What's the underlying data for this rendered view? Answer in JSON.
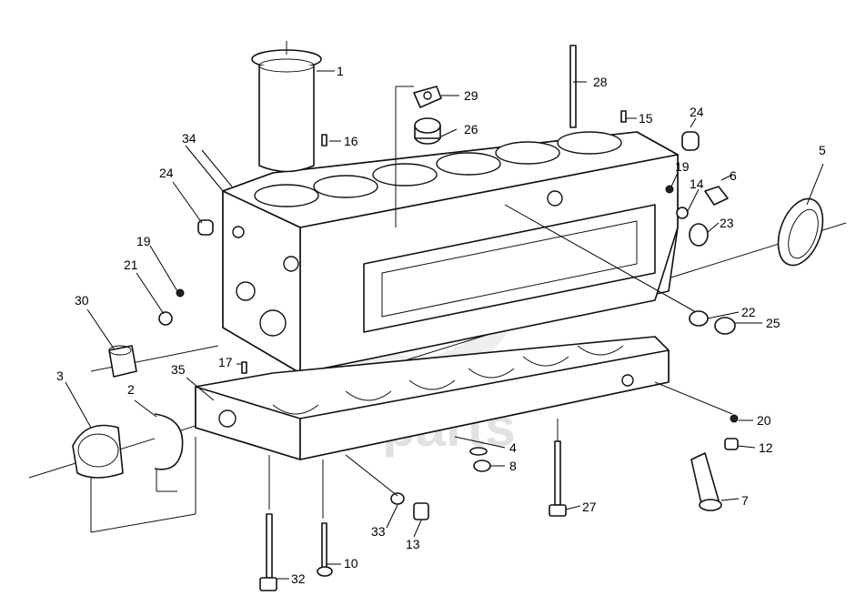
{
  "watermark": {
    "text": "parts"
  },
  "callouts": [
    "1",
    "2",
    "3",
    "4",
    "5",
    "6",
    "7",
    "8",
    "10",
    "12",
    "13",
    "14",
    "15",
    "16",
    "17",
    "19",
    "19",
    "20",
    "21",
    "22",
    "23",
    "24",
    "24",
    "25",
    "26",
    "27",
    "28",
    "29",
    "30",
    "32",
    "33",
    "34",
    "35"
  ]
}
